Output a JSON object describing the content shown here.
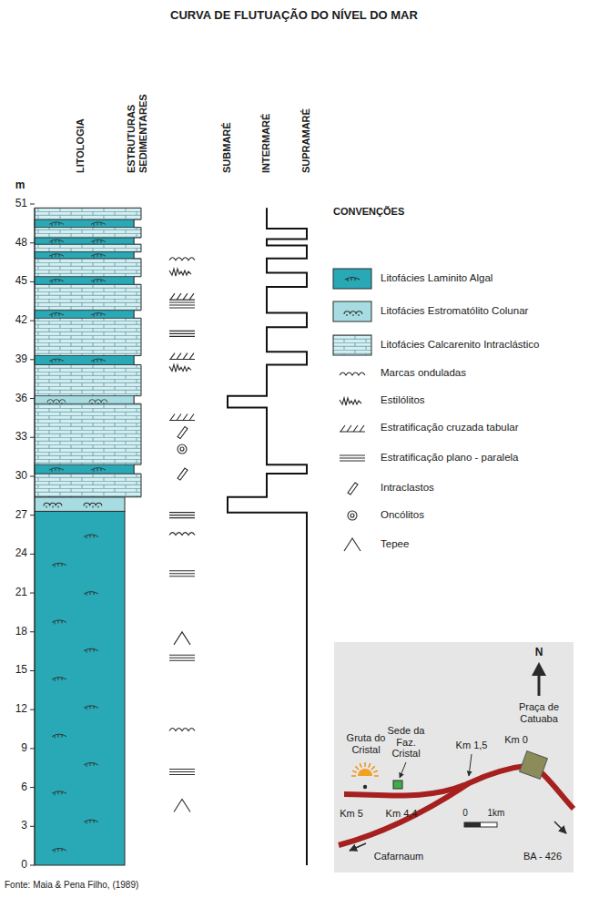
{
  "diagram": {
    "title": "CURVA DE FLUTUAÇÃO DO NÍVEL DO MAR",
    "caption": "Fonte: Maia & Pena Filho, (1989)",
    "labels": [
      "LITOLOGIA",
      "ESTRUTURAS SEDIMENTARES",
      "SUBMARÉ",
      "INTERMARÉ",
      "SUPRAMARÉ",
      "m",
      "0",
      "3",
      "6",
      "9",
      "12",
      "15",
      "18",
      "21",
      "24",
      "27",
      "30",
      "33",
      "36",
      "39",
      "42",
      "45",
      "48",
      "51",
      "CONVENÇÕES",
      "Gruta do Cristal",
      "Sede da Faz. Cristal",
      "N",
      "Praça de Catuaba",
      "Km 1,5",
      "Km 5",
      "Km 4,4",
      "Km 0",
      "0",
      "1km",
      "Cafarnaum",
      "BA - 426"
    ],
    "legend": [
      {
        "text": "Litofácies Laminito Algal",
        "color": "#29a9b6"
      },
      {
        "text": "Litofácies Estromatólito Colunar",
        "color": "#a7dde2"
      },
      {
        "text": "Litofácies Calcarenito Intraclástico",
        "color": "#d5eef1"
      },
      {
        "text": "Marcas onduladas"
      },
      {
        "text": "Estilólitos"
      },
      {
        "text": "Estratificação cruzada tabular"
      },
      {
        "text": "Estratificação plano - paralela"
      },
      {
        "text": "Intraclastos"
      },
      {
        "text": "Oncólitos"
      },
      {
        "text": "Tepee"
      }
    ]
  }
}
